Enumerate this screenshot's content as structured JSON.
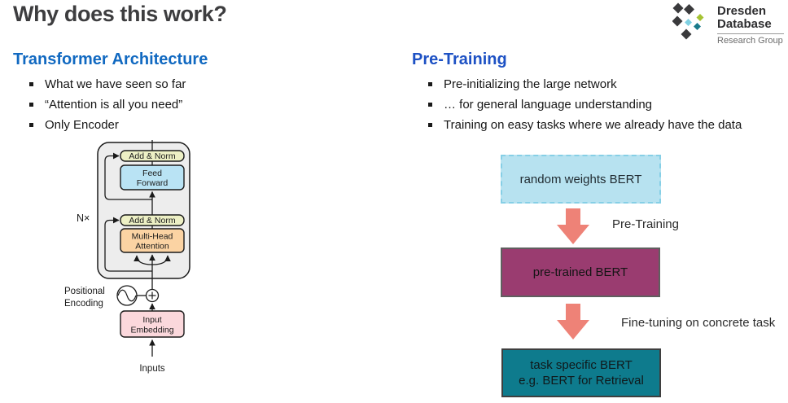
{
  "slide": {
    "title": "Why does this work?",
    "logo": {
      "line1": "Dresden",
      "line2": "Database",
      "line3": "Research Group"
    },
    "left": {
      "heading": "Transformer Architecture",
      "bullets": [
        "What we have seen so far",
        "“Attention is all you need”",
        "Only Encoder"
      ],
      "diagram": {
        "n_label": "N×",
        "add_norm_top": "Add & Norm",
        "add_norm_bottom": "Add & Norm",
        "feed_forward_line1": "Feed",
        "feed_forward_line2": "Forward",
        "attention_line1": "Multi-Head",
        "attention_line2": "Attention",
        "pos_enc_line1": "Positional",
        "pos_enc_line2": "Encoding",
        "embedding_line1": "Input",
        "embedding_line2": "Embedding",
        "inputs": "Inputs"
      }
    },
    "right": {
      "heading": "Pre-Training",
      "bullets": [
        "Pre-initializing the large network",
        "… for general language understanding",
        "Training on easy tasks where we already have the data"
      ],
      "flow": {
        "box1": "random weights BERT",
        "arrow1_label": "Pre-Training",
        "box2": "pre-trained BERT",
        "box3_line1": "task specific BERT",
        "box3_line2": "e.g. BERT for Retrieval",
        "arrow2_label": "Fine-tuning on concrete task"
      }
    },
    "colors": {
      "heading_left_blue": "#1169c1",
      "heading_right_blue": "#1d51c4",
      "title_gray": "#3d3d3f",
      "random_box_fill": "#b7e2f0",
      "random_box_border": "#86cfe6",
      "pretrained_box_fill": "#9a3c70",
      "task_box_fill": "#0e7b8d",
      "flow_arrow": "#ee8277",
      "add_norm_fill": "#edf0c5",
      "feed_forward_fill": "#b9e3f4",
      "attention_fill": "#fbd3a3",
      "embedding_fill": "#fbd8dc",
      "encoder_block_fill": "#ededed",
      "logo_dark": "#3a3a3c",
      "logo_green": "#a6c333",
      "logo_lightblue": "#7fd0e2",
      "logo_teal": "#197a8a"
    }
  }
}
